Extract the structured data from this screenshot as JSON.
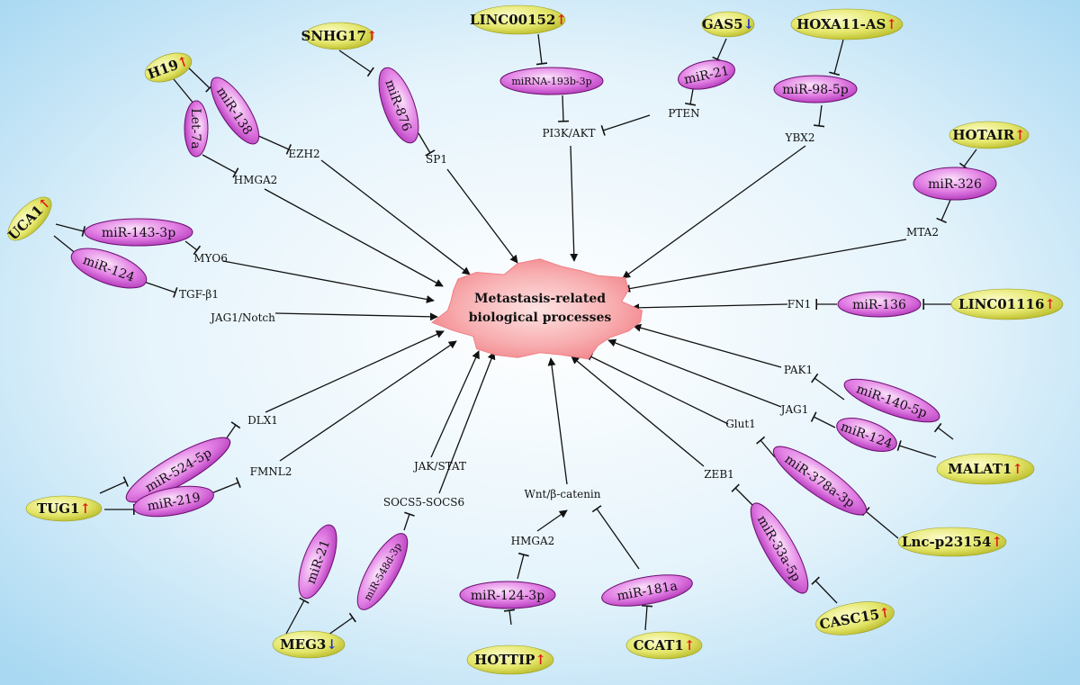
{
  "center": {
    "line1": "Metastasis-related",
    "line2": "biological processes"
  },
  "colors": {
    "background_inner": "#ffffff",
    "background_outer": "#a8d8f2",
    "lncrna_fill": "#e4e66a",
    "mirna_fill": "#e27fe4",
    "center_fill": "#f59a9e",
    "up_arrow": "#e01818",
    "down_arrow": "#1a2fd0"
  },
  "lncrnas": [
    {
      "id": "H19",
      "name": "H19",
      "change": "↑"
    },
    {
      "id": "SNHG17",
      "name": "SNHG17",
      "change": "↑"
    },
    {
      "id": "LINC00152",
      "name": "LINC00152",
      "change": "↑"
    },
    {
      "id": "GAS5",
      "name": "GAS5",
      "change": "↓"
    },
    {
      "id": "HOXA11AS",
      "name": "HOXA11-AS",
      "change": "↑"
    },
    {
      "id": "HOTAIR",
      "name": "HOTAIR",
      "change": "↑"
    },
    {
      "id": "UCA1",
      "name": "UCA1",
      "change": "↑"
    },
    {
      "id": "LINC01116",
      "name": "LINC01116",
      "change": "↑"
    },
    {
      "id": "MALAT1",
      "name": "MALAT1",
      "change": "↑"
    },
    {
      "id": "LNCP23154",
      "name": "Lnc-p23154",
      "change": "↑"
    },
    {
      "id": "CASC15",
      "name": "CASC15",
      "change": "↑"
    },
    {
      "id": "TUG1",
      "name": "TUG1",
      "change": "↑"
    },
    {
      "id": "MEG3",
      "name": "MEG3",
      "change": "↓"
    },
    {
      "id": "HOTTIP",
      "name": "HOTTIP",
      "change": "↑"
    },
    {
      "id": "CCAT1",
      "name": "CCAT1",
      "change": "↑"
    }
  ],
  "mirnas": [
    {
      "id": "LET7A",
      "name": "Let-7a"
    },
    {
      "id": "MIR138",
      "name": "miR-138"
    },
    {
      "id": "MIR876",
      "name": "miR-876"
    },
    {
      "id": "MIR193B",
      "name": "miRNA-193b-3p"
    },
    {
      "id": "MIR21A",
      "name": "miR-21"
    },
    {
      "id": "MIR98",
      "name": "miR-98-5p"
    },
    {
      "id": "MIR326",
      "name": "miR-326"
    },
    {
      "id": "MIR143",
      "name": "miR-143-3p"
    },
    {
      "id": "MIR124A",
      "name": "miR-124"
    },
    {
      "id": "MIR136",
      "name": "miR-136"
    },
    {
      "id": "MIR140",
      "name": "miR-140-5p"
    },
    {
      "id": "MIR124B",
      "name": "miR-124"
    },
    {
      "id": "MIR378",
      "name": "miR-378a-3p"
    },
    {
      "id": "MIR33A",
      "name": "miR-33a-5p"
    },
    {
      "id": "MIR524",
      "name": "miR-524-5p"
    },
    {
      "id": "MIR219",
      "name": "miR-219"
    },
    {
      "id": "MIR21B",
      "name": "miR-21"
    },
    {
      "id": "MIR548",
      "name": "miR-548d-3p"
    },
    {
      "id": "MIR1243P",
      "name": "miR-124-3p"
    },
    {
      "id": "MIR181",
      "name": "miR-181a"
    }
  ],
  "targets": [
    {
      "id": "EZH2",
      "name": "EZH2"
    },
    {
      "id": "HMGA2A",
      "name": "HMGA2"
    },
    {
      "id": "SP1",
      "name": "SP1"
    },
    {
      "id": "PI3K",
      "name": "PI3K/AKT"
    },
    {
      "id": "PTEN",
      "name": "PTEN"
    },
    {
      "id": "YBX2",
      "name": "YBX2"
    },
    {
      "id": "MTA2",
      "name": "MTA2"
    },
    {
      "id": "MYO6",
      "name": "MYO6"
    },
    {
      "id": "TGFB1",
      "name": "TGF-β1"
    },
    {
      "id": "JAG1N",
      "name": "JAG1/Notch"
    },
    {
      "id": "FN1",
      "name": "FN1"
    },
    {
      "id": "PAK1",
      "name": "PAK1"
    },
    {
      "id": "JAG1",
      "name": "JAG1"
    },
    {
      "id": "GLUT1",
      "name": "Glut1"
    },
    {
      "id": "ZEB1",
      "name": "ZEB1"
    },
    {
      "id": "DLX1",
      "name": "DLX1"
    },
    {
      "id": "FMNL2",
      "name": "FMNL2"
    },
    {
      "id": "JAKSTAT",
      "name": "JAK/STAT"
    },
    {
      "id": "SOCS",
      "name": "SOCS5-SOCS6"
    },
    {
      "id": "WNT",
      "name": "Wnt/β-catenin"
    },
    {
      "id": "HMGA2B",
      "name": "HMGA2"
    }
  ]
}
